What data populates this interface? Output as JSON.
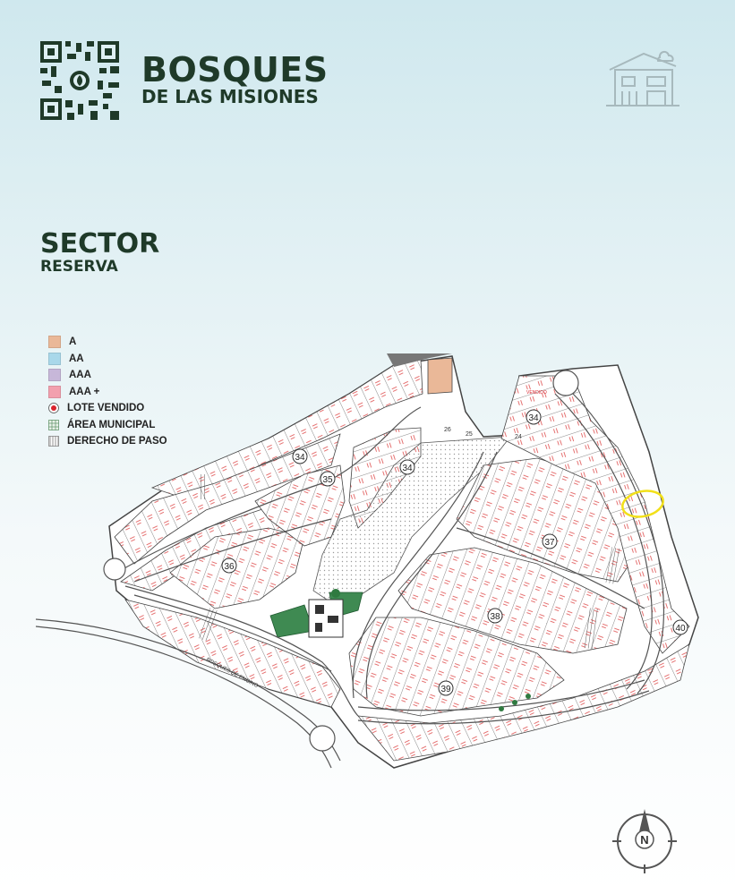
{
  "header": {
    "brand_line1": "BOSQUES",
    "brand_line2": "DE LAS MISIONES",
    "qr_icon": "qr-code-icon",
    "house_icon": "house-icon"
  },
  "sector": {
    "title": "SECTOR",
    "name": "RESERVA"
  },
  "legend": [
    {
      "label": "A",
      "color": "#eab898",
      "type": "swatch"
    },
    {
      "label": "AA",
      "color": "#a9d8ea",
      "type": "swatch"
    },
    {
      "label": "AAA",
      "color": "#c7b7d9",
      "type": "swatch"
    },
    {
      "label": "AAA +",
      "color": "#f2a0ae",
      "type": "swatch"
    },
    {
      "label": "LOTE VENDIDO",
      "color": "#d9232d",
      "type": "dot"
    },
    {
      "label": "ÁREA MUNICIPAL",
      "color": "#7fb889",
      "type": "grid"
    },
    {
      "label": "DERECHO DE PASO",
      "color": "#b9b9b9",
      "type": "hatch"
    }
  ],
  "map": {
    "block_numbers": [
      "34",
      "34",
      "34",
      "35",
      "36",
      "37",
      "38",
      "39",
      "40"
    ],
    "lot_numbers": [
      "24",
      "25",
      "26"
    ],
    "streets": [
      "BOSQUES DE ENCINO"
    ],
    "sold_label": "VENDIDO"
  },
  "compass": {
    "label": "N"
  }
}
